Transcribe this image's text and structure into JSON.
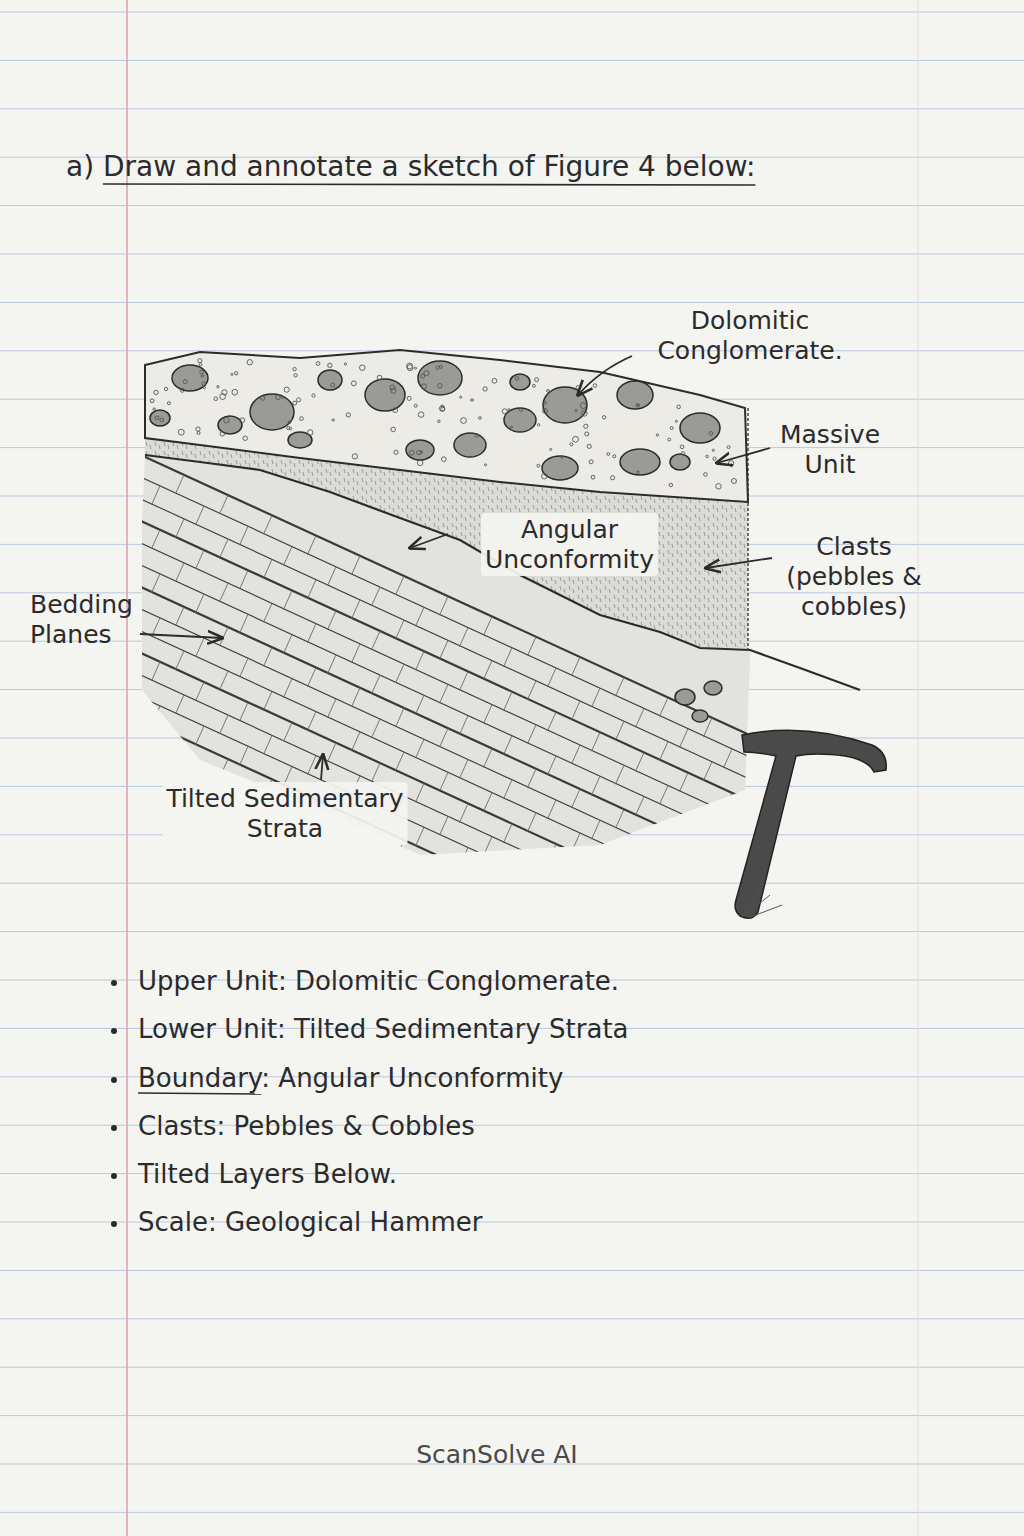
{
  "diagram": {
    "title": "a) Draw and annotate a sketch of Figure 4 below:",
    "labels": [
      "Dolomitic Conglomerate.",
      "Massive Unit",
      "Angular Unconformity",
      "Clasts (pebbles & cobbles)",
      "Bedding Planes",
      "Tilted Sedimentary Strata",
      "Upper Unit: Dolomitic Conglomerate.",
      "Lower Unit: Tilted Sedimentary Strata",
      "Boundary: Angular Unconformity",
      "Clasts: Pebbles & Cobbles",
      "Tilted Layers Below.",
      "Scale: Geological Hammer",
      "ScanSolve AI"
    ]
  }
}
